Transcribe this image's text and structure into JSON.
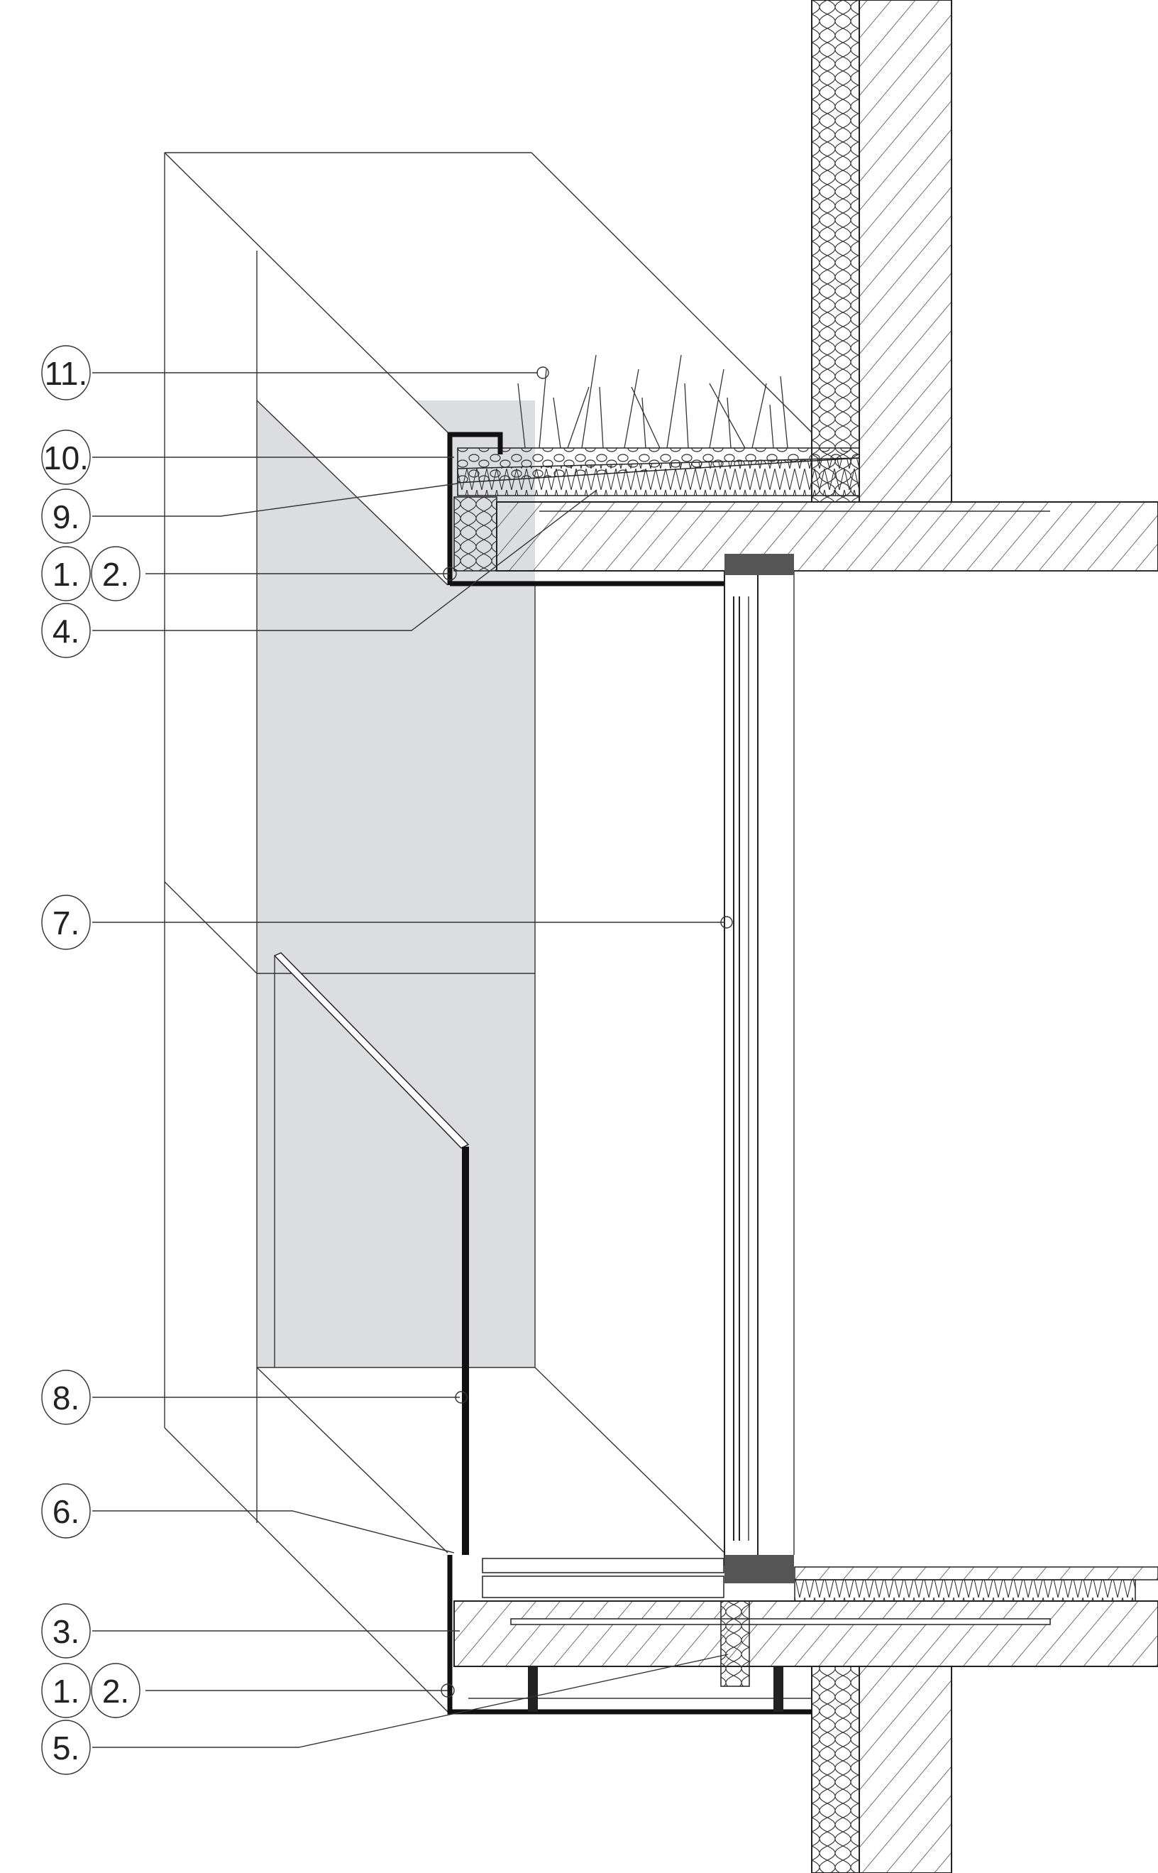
{
  "drawing": {
    "title": "Facade section detail - green roof canopy with window frame",
    "callouts": [
      {
        "id": "11",
        "label": "11."
      },
      {
        "id": "10",
        "label": "10."
      },
      {
        "id": "9",
        "label": "9."
      },
      {
        "id": "1-top",
        "label": "1."
      },
      {
        "id": "2-top",
        "label": "2."
      },
      {
        "id": "4",
        "label": "4."
      },
      {
        "id": "7",
        "label": "7."
      },
      {
        "id": "8",
        "label": "8."
      },
      {
        "id": "6",
        "label": "6."
      },
      {
        "id": "3",
        "label": "3."
      },
      {
        "id": "1-bottom",
        "label": "1."
      },
      {
        "id": "2-bottom",
        "label": "2."
      },
      {
        "id": "5",
        "label": "5."
      }
    ],
    "colors": {
      "line": "#222222",
      "shade": "#dcdde0",
      "background": "#ffffff"
    }
  }
}
